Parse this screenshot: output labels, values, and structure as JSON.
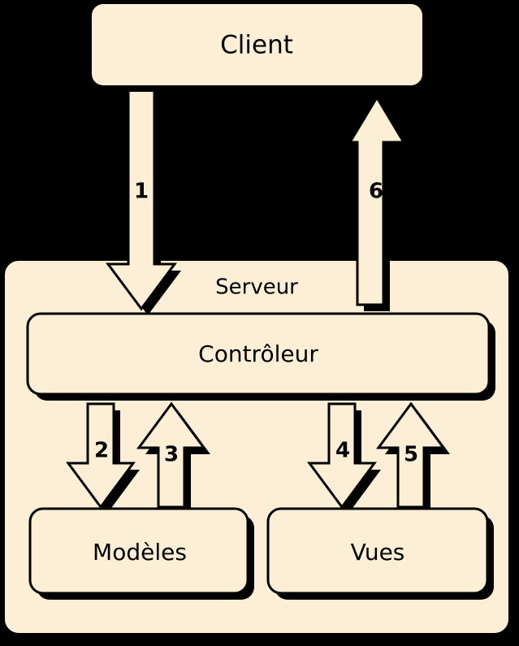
{
  "diagram": {
    "title_text": "",
    "background_color": "#000000",
    "fill_color": "#FCEFD5",
    "stroke_color": "#000000",
    "shadow_color": "#000000",
    "nodes": [
      {
        "id": "client",
        "label": "Client",
        "icon": "rounded-rect-node"
      },
      {
        "id": "serveur",
        "label": "Serveur",
        "icon": "rounded-rect-container"
      },
      {
        "id": "controleur",
        "label": "Contrôleur",
        "icon": "rounded-rect-node"
      },
      {
        "id": "modeles",
        "label": "Modèles",
        "icon": "rounded-rect-node"
      },
      {
        "id": "vues",
        "label": "Vues",
        "icon": "rounded-rect-node"
      }
    ],
    "arrows": [
      {
        "id": "a1",
        "number": "1",
        "direction": "down",
        "from": "client",
        "to": "controleur",
        "icon": "block-arrow-down-icon"
      },
      {
        "id": "a2",
        "number": "2",
        "direction": "down",
        "from": "controleur",
        "to": "modeles",
        "icon": "block-arrow-down-icon"
      },
      {
        "id": "a3",
        "number": "3",
        "direction": "up",
        "from": "modeles",
        "to": "controleur",
        "icon": "block-arrow-up-icon"
      },
      {
        "id": "a4",
        "number": "4",
        "direction": "down",
        "from": "controleur",
        "to": "vues",
        "icon": "block-arrow-down-icon"
      },
      {
        "id": "a5",
        "number": "5",
        "direction": "up",
        "from": "vues",
        "to": "controleur",
        "icon": "block-arrow-up-icon"
      },
      {
        "id": "a6",
        "number": "6",
        "direction": "up",
        "from": "controleur",
        "to": "client",
        "icon": "block-arrow-up-icon"
      }
    ]
  }
}
